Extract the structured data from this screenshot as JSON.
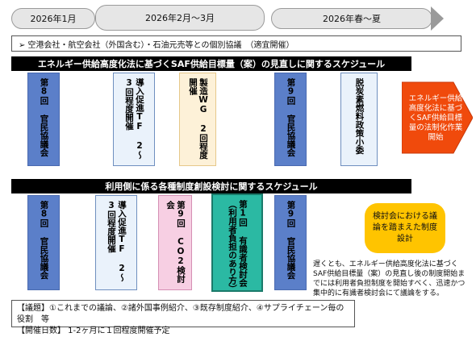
{
  "timeline": {
    "period1": "2026年1月",
    "period2": "2026年2月～3月",
    "period3": "2026年春～夏"
  },
  "bullet_note": "➢ 空港会社・航空会社（外国含む）・石油元売等との個別協議　（適宜開催）",
  "section1": {
    "title": "エネルギー供給高度化法に基づくSAF供給目標量（案）の見直しに関するスケジュール",
    "box1": "第8回 官民協議会",
    "box2": "導入促進TF 2～3回程度開催",
    "box3": "製造WG 2回程度開催",
    "box4": "第9回 官民協議会",
    "box5": "脱炭素燃料政策小委",
    "arrow_note": "エネルギー供給高度化法に基づくSAF供給目標量の法制化作業開始"
  },
  "section2": {
    "title": "利用側に係る各種制度創設検討に関するスケジュール",
    "box1": "第8回 官民協議会",
    "box2": "導入促進TF 2～3回程度開催",
    "box3": "第9回 CO2検討会",
    "box4": "第1回 有識者検討会 （利用者負担のあり方）",
    "box5": "第9回 官民協議会",
    "result": "検討会における議論を踏まえた制度設計",
    "right_note": "遅くとも、エネルギー供給高度化法に基づくSAF供給目標量（案）の見直し後の制度開始までには利用者負担制度を開始すべく、迅速かつ集中的に有識者検討会にて議論をする。"
  },
  "bottom": {
    "line1": "【議題】①これまでの議論、②諸外国事例紹介、③既存制度紹介、④サプライチェーン毎の役割　等",
    "line2": "【開催日数】 1-2ヶ月に１回程度開催予定"
  }
}
